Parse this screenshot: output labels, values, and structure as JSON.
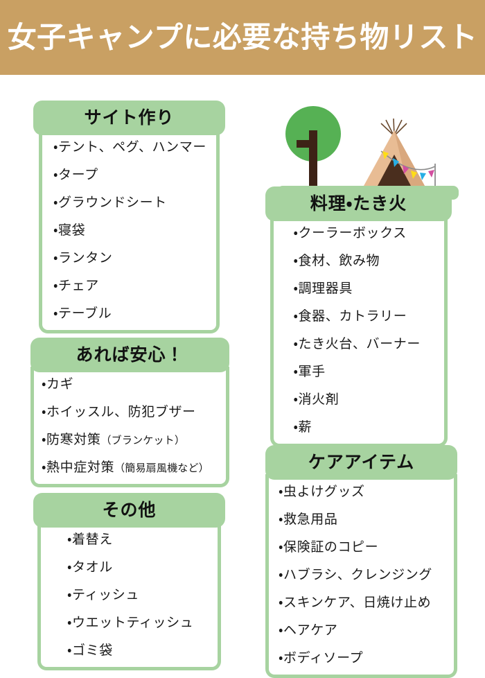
{
  "header": {
    "title": "女子キャンプに必要な持ち物リスト",
    "background_color": "#c9a063",
    "text_color": "#ffffff"
  },
  "theme": {
    "card_header_green": "#a7d3a0",
    "card_body_white": "#ffffff",
    "page_background": "#ffffff",
    "text_color": "#1a1a1a"
  },
  "illustration": {
    "name": "camp-scene",
    "ground_color": "#a7d3a0",
    "tree": {
      "canopy_color": "#56b154",
      "trunk_color": "#3d2216"
    },
    "tent": {
      "body_color": "#e8bc94",
      "shade_color": "#d9a87e",
      "door_color": "#4a2e1e",
      "pole_color": "#6b4a2f"
    },
    "bunting": {
      "string_color": "#8c8c8c",
      "pole_color": "#8c8c8c",
      "flag_colors": [
        "#ffdd17",
        "#27aee4",
        "#d24fa0",
        "#ffdd17",
        "#27aee4",
        "#d24fa0"
      ]
    }
  },
  "cards": [
    {
      "id": "card-site",
      "title": "サイト作り",
      "items": [
        "・テント、ペグ、ハンマー",
        "・タープ",
        "・グラウンドシート",
        "・寝袋",
        "・ランタン",
        "・チェア",
        "・テーブル"
      ]
    },
    {
      "id": "card-safety",
      "title": "あれば安心！",
      "items": [
        {
          "main": "・カギ",
          "sub": ""
        },
        {
          "main": "・ホイッスル、防犯ブザー",
          "sub": ""
        },
        {
          "main": "・防寒対策",
          "sub": "（ブランケット）"
        },
        {
          "main": "・熱中症対策",
          "sub": "（簡易扇風機など）"
        }
      ]
    },
    {
      "id": "card-other",
      "title": "その他",
      "items": [
        "・着替え",
        "・タオル",
        "・ティッシュ",
        "・ウエットティッシュ",
        "・ゴミ袋"
      ]
    },
    {
      "id": "card-cook",
      "title": "料理・たき火",
      "items": [
        "・クーラーボックス",
        "・食材、飲み物",
        "・調理器具",
        "・食器、カトラリー",
        "・たき火台、バーナー",
        "・軍手",
        "・消火剤",
        "・薪"
      ]
    },
    {
      "id": "card-care",
      "title": "ケアアイテム",
      "items": [
        "・虫よけグッズ",
        "・救急用品",
        "・保険証のコピー",
        "・ハブラシ、クレンジング",
        "・スキンケア、日焼け止め",
        "・ヘアケア",
        "・ボディソープ"
      ]
    }
  ]
}
